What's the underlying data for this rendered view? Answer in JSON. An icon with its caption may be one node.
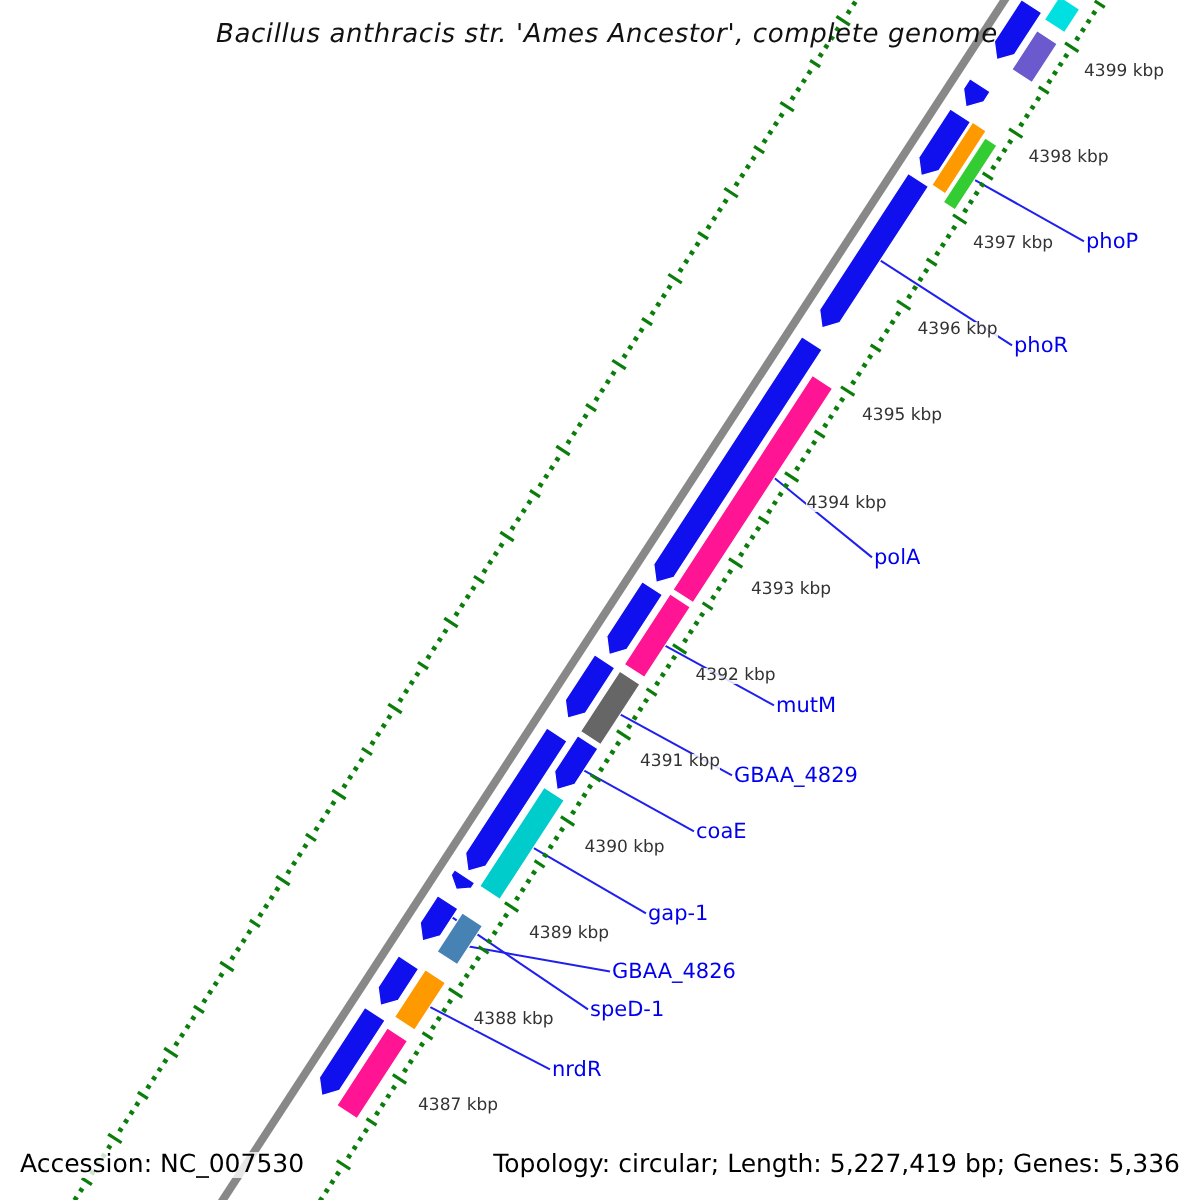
{
  "diagram": {
    "title": "Bacillus anthracis str. 'Ames Ancestor', complete genome",
    "nodes": [
      {
        "text": [
          "phoP"
        ]
      },
      {
        "text": [
          "phoR"
        ]
      },
      {
        "text": [
          "polA"
        ]
      },
      {
        "text": [
          "mutM"
        ]
      },
      {
        "text": [
          "GBAA_4829"
        ]
      },
      {
        "text": [
          "coaE"
        ]
      },
      {
        "text": [
          "gap-1"
        ]
      },
      {
        "text": [
          "GBAA_4826"
        ]
      },
      {
        "text": [
          "speD-1"
        ]
      },
      {
        "text": [
          "nrdR"
        ]
      },
      {
        "text": [],
        "shape": "bar"
      },
      {
        "text": [],
        "shape": "bar"
      },
      {
        "text": [],
        "shape": "bar"
      },
      {
        "text": [],
        "shape": "bar"
      },
      {
        "text": [],
        "shape": "bar"
      },
      {
        "text": [],
        "shape": "bar"
      },
      {
        "text": [],
        "shape": "bar"
      },
      {
        "text": [],
        "shape": "bar"
      },
      {
        "text": [],
        "shape": "bar"
      },
      {
        "text": [],
        "shape": "bar"
      },
      {
        "text": [],
        "shape": "bar"
      },
      {
        "text": [],
        "shape": "bar"
      },
      {
        "text": [],
        "shape": "bar"
      },
      {
        "text": [],
        "shape": "bar"
      },
      {
        "text": [],
        "shape": "bar"
      },
      {
        "text": [],
        "shape": "bar"
      },
      {
        "text": [],
        "shape": "bar"
      },
      {
        "text": [],
        "shape": "bar"
      },
      {
        "text": [],
        "shape": "bar"
      },
      {
        "text": [],
        "shape": "bar"
      },
      {
        "text": [],
        "shape": "bar"
      },
      {
        "text": [],
        "shape": "bar"
      },
      {
        "text": [],
        "shape": "bar"
      },
      {
        "text": [],
        "shape": "bar"
      }
    ],
    "edges": [
      {
        "from": 0,
        "to": 10,
        "arrow": "none"
      },
      {
        "from": 1,
        "to": 11,
        "arrow": "none"
      },
      {
        "from": 2,
        "to": 12,
        "arrow": "none"
      },
      {
        "from": 3,
        "to": 13,
        "arrow": "none"
      },
      {
        "from": 4,
        "to": 14,
        "arrow": "none"
      },
      {
        "from": 5,
        "to": 15,
        "arrow": "none"
      },
      {
        "from": 6,
        "to": 16,
        "arrow": "none"
      },
      {
        "from": 7,
        "to": 17,
        "arrow": "none"
      },
      {
        "from": 8,
        "to": 18,
        "arrow": "none"
      },
      {
        "from": 9,
        "to": 19,
        "arrow": "none"
      }
    ],
    "labels": [
      "4399 kbp",
      "4398 kbp",
      "4397 kbp",
      "4396 kbp",
      "4395 kbp",
      "4394 kbp",
      "4393 kbp",
      "4392 kbp",
      "4391 kbp",
      "4390 kbp",
      "4389 kbp",
      "4388 kbp",
      "4387 kbp",
      "Accession: NC_007530",
      "Topology: circular; Length: 5,227,419 bp; Genes: 5,336"
    ]
  }
}
